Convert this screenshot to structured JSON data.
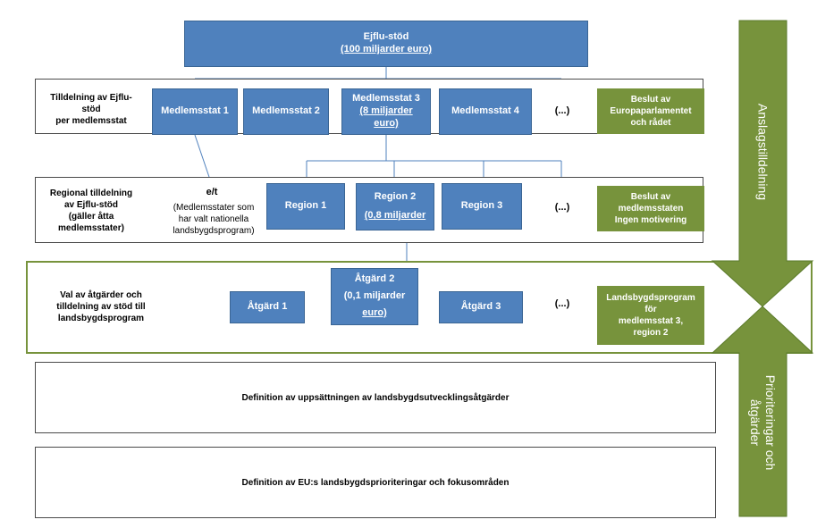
{
  "top": {
    "title": "Ejflu-stöd",
    "amount": "(100 miljarder euro)"
  },
  "row1": {
    "label": [
      "Tilldelning av Ejflu-",
      "stöd",
      "per medlemsstat"
    ],
    "boxes": {
      "ms1": "Medlemsstat 1",
      "ms2": "Medlemsstat 2",
      "ms3": "Medlemsstat 3",
      "ms3_amount": [
        "(8 miljarder",
        "euro)"
      ],
      "ms4": "Medlemsstat 4"
    },
    "dots": "(...)",
    "decision": [
      "Beslut av",
      "Europaparlamentet",
      "och rådet"
    ]
  },
  "row2": {
    "label": [
      "Regional tilldelning",
      "av Ejflu-stöd",
      "(gäller åtta",
      "medlemsstater)"
    ],
    "na": "e/t",
    "na_note": [
      "(Medlemsstater som",
      "har valt nationella",
      "landsbygdsprogram)"
    ],
    "boxes": {
      "r1": "Region 1",
      "r2": "Region 2",
      "r2_amount": "(0,8 miljarder",
      "r3": "Region 3"
    },
    "dots": "(...)",
    "decision": [
      "Beslut av",
      "medlemsstaten",
      "Ingen motivering"
    ]
  },
  "row3": {
    "label": [
      "Val av åtgärder och",
      "tilldelning av stöd till",
      "landsbygdsprogram"
    ],
    "boxes": {
      "a1": "Åtgärd 1",
      "a2": "Åtgärd 2",
      "a2_amount": [
        "(0,1 miljarder",
        "euro)"
      ],
      "a3": "Åtgärd 3"
    },
    "dots": "(...)",
    "program": [
      "Landsbygdsprogram",
      "för",
      "medlemsstat 3,",
      "region 2"
    ]
  },
  "row4": {
    "text": "Definition av uppsättningen av landsbygdsutvecklingsåtgärder"
  },
  "row5": {
    "text": "Definition av EU:s landsbygdsprioriteringar och fokusområden"
  },
  "arrows": {
    "down_label": "Anslagstilldelning",
    "up_label": [
      "Prioriteringar och",
      "åtgärder"
    ]
  },
  "colors": {
    "blue": "#4f81bd",
    "green": "#77933c",
    "line": "#4f81bd"
  }
}
